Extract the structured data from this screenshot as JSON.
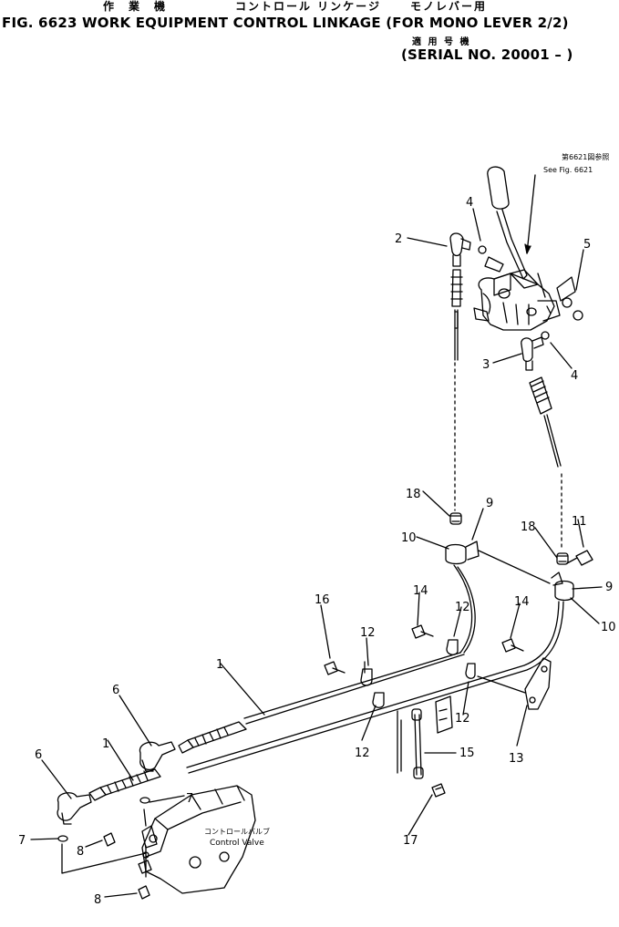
{
  "header": {
    "jp_line_a": "作　業　機",
    "jp_line_b": "コントロール リンケージ",
    "jp_line_c": "モノレバー用",
    "title": "FIG. 6623  WORK EQUIPMENT CONTROL LINKAGE (FOR MONO LEVER 2/2)",
    "jp_serial_label": "適 用 号 機",
    "serial": "(SERIAL NO. 20001 – )"
  },
  "notes": {
    "see_fig_jp": "第6621図参照",
    "see_fig": "See Fig. 6621",
    "control_valve_jp": "コントロールバルブ",
    "control_valve": "Control Valve"
  },
  "callouts": {
    "c1a": "1",
    "c1b": "1",
    "c2": "2",
    "c3": "3",
    "c4a": "4",
    "c4b": "4",
    "c5": "5",
    "c6a": "6",
    "c6b": "6",
    "c7a": "7",
    "c7b": "7",
    "c8a": "8",
    "c8b": "8",
    "c9a": "9",
    "c9b": "9",
    "c10a": "10",
    "c10b": "10",
    "c11": "11",
    "c12a": "12",
    "c12b": "12",
    "c12c": "12",
    "c12d": "12",
    "c13": "13",
    "c14a": "14",
    "c14b": "14",
    "c15": "15",
    "c16": "16",
    "c17": "17",
    "c18a": "18",
    "c18b": "18"
  }
}
